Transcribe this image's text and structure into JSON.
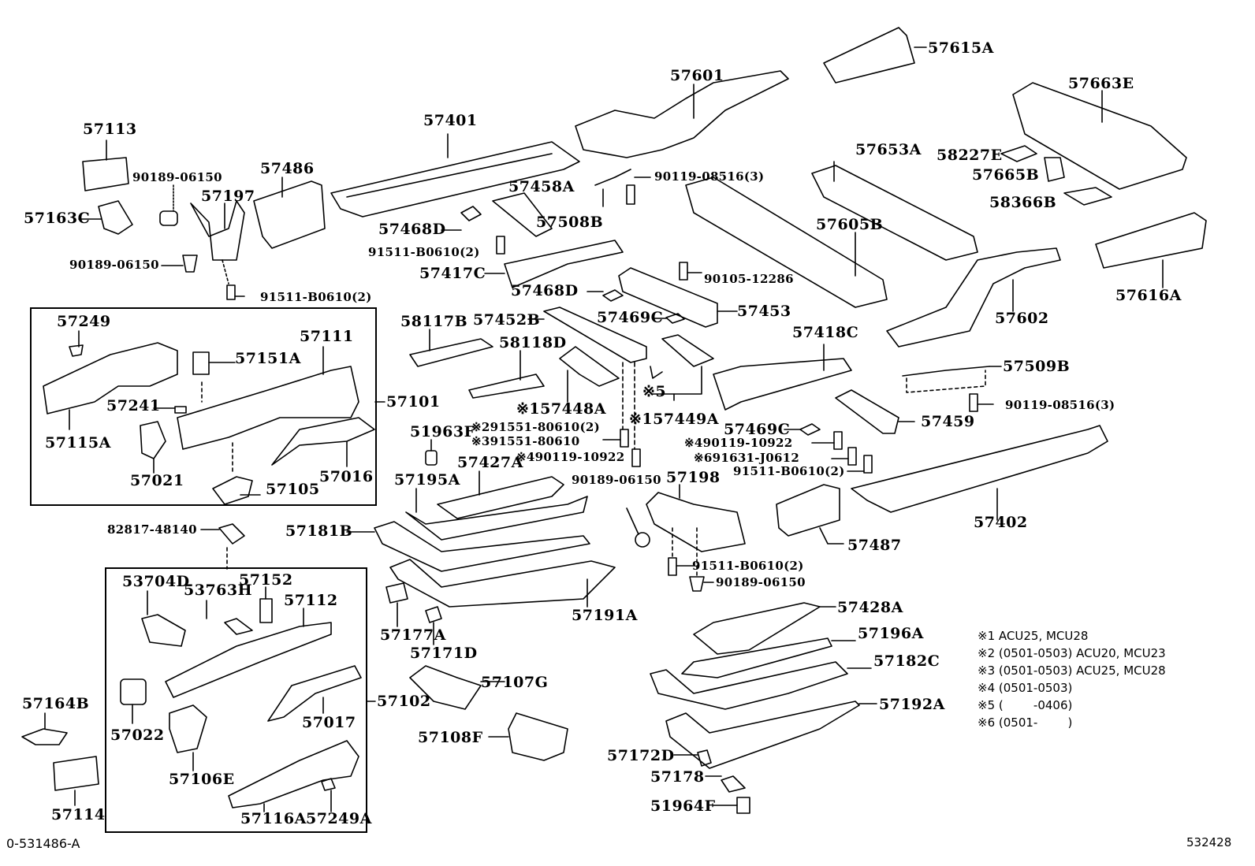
{
  "diagram": {
    "title_code": "0-531486-A",
    "ref_number": "532428",
    "groups": {
      "assembly_57101": "57101",
      "assembly_57102": "57102"
    },
    "labels": {
      "p57113": "57113",
      "p57163C": "57163C",
      "p90189_06150_a": "90189-06150",
      "p57197": "57197",
      "p90189_06150_b": "90189-06150",
      "p91511_B0610_a": "91511-B0610(2)",
      "p57486": "57486",
      "p57401": "57401",
      "p57468D_a": "57468D",
      "p57458A": "57458A",
      "p57508B": "57508B",
      "p90119_08516_a": "90119-08516(3)",
      "p91511_B0610_b": "91511-B0610(2)",
      "p57417C": "57417C",
      "p57468D_b": "57468D",
      "p90105_12286": "90105-12286",
      "p57453": "57453",
      "p57601": "57601",
      "p57615A": "57615A",
      "p57663E": "57663E",
      "p57653A": "57653A",
      "p58227E": "58227E",
      "p57665B": "57665B",
      "p58366B": "58366B",
      "p57605B": "57605B",
      "p57616A": "57616A",
      "p57602": "57602",
      "p57249": "57249",
      "p57111": "57111",
      "p57151A": "57151A",
      "p57241": "57241",
      "p57115A": "57115A",
      "p57021": "57021",
      "p57105": "57105",
      "p57016": "57016",
      "p58117B": "58117B",
      "p57452B": "57452B",
      "p57469C_a": "57469C",
      "p58118D": "58118D",
      "p57448A": "※157448A",
      "p57449A": "※157449A",
      "p_note5": "※5",
      "p91551_80610_2": "※291551-80610(2)",
      "p91551_80610_3": "※391551-80610",
      "p90119_10922_a": "※490119-10922",
      "p51963F": "51963F",
      "p57427A": "57427A",
      "p57195A": "57195A",
      "p57418C": "57418C",
      "p57509B": "57509B",
      "p90119_08516_b": "90119-08516(3)",
      "p57469C_b": "57469C",
      "p57459": "57459",
      "p90119_10922_b": "※490119-10922",
      "p91631_J0612": "※691631-J0612",
      "p91511_B0610_c": "91511-B0610(2)",
      "p57402": "57402",
      "p57487": "57487",
      "p90189_06150_c": "90189-06150",
      "p57198": "57198",
      "p91511_B0610_d": "91511-B0610(2)",
      "p90189_06150_d": "90189-06150",
      "p82817_48140": "82817-48140",
      "p57181B": "57181B",
      "p57191A": "57191A",
      "p57177A": "57177A",
      "p57171D": "57171D",
      "p57107G": "57107G",
      "p57108F": "57108F",
      "p53704D": "53704D",
      "p53763H": "53763H",
      "p57152": "57152",
      "p57112": "57112",
      "p57022": "57022",
      "p57017": "57017",
      "p57106E": "57106E",
      "p57116A": "57116A",
      "p57249A": "57249A",
      "p57164B": "57164B",
      "p57114": "57114",
      "p57428A": "57428A",
      "p57196A": "57196A",
      "p57182C": "57182C",
      "p57192A": "57192A",
      "p57172D": "57172D",
      "p57178": "57178",
      "p51964F": "51964F"
    },
    "notes": [
      {
        "mark": "※1",
        "text": "ACU25, MCU28"
      },
      {
        "mark": "※2",
        "text": "(0501-0503) ACU20, MCU23"
      },
      {
        "mark": "※3",
        "text": "(0501-0503) ACU25, MCU28"
      },
      {
        "mark": "※4",
        "text": "(0501-0503)"
      },
      {
        "mark": "※5",
        "text": "(        -0406)"
      },
      {
        "mark": "※6",
        "text": "(0501-        )"
      }
    ]
  }
}
